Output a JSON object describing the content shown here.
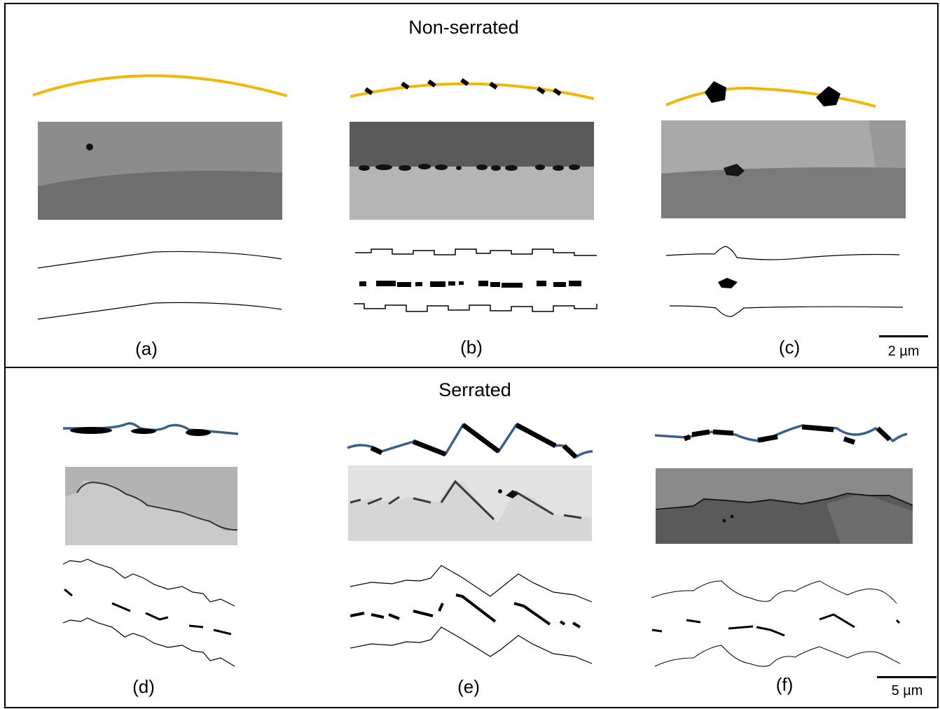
{
  "sections": {
    "top": {
      "title": "Non-serrated"
    },
    "bottom": {
      "title": "Serrated"
    }
  },
  "panels": {
    "a": "(a)",
    "b": "(b)",
    "c": "(c)",
    "d": "(d)",
    "e": "(e)",
    "f": "(f)"
  },
  "scale_bars": {
    "top": "2 µm",
    "bottom": "5 µm"
  },
  "colors": {
    "non_serrated_line": "#f2b705",
    "serrated_line": "#3a5f8a",
    "particle": "#000000",
    "frame": "#000000"
  }
}
